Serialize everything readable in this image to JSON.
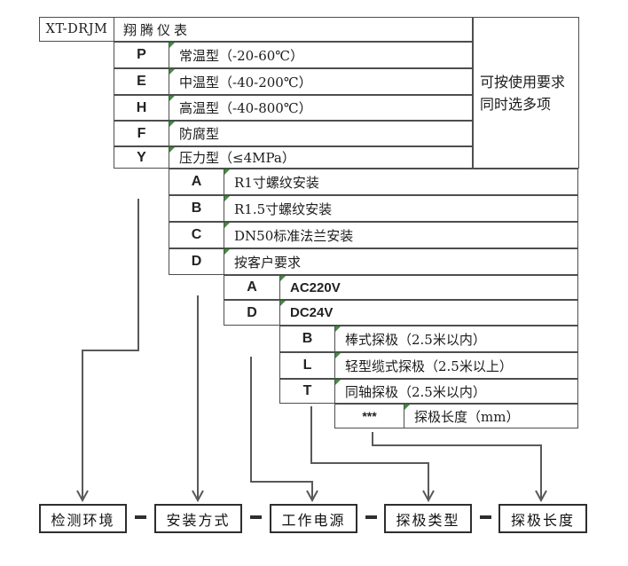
{
  "header": {
    "model": "XT-DRJM",
    "brand": "翔腾仪表"
  },
  "note": {
    "line1": "可按使用要求",
    "line2": "同时选多项"
  },
  "tiers": [
    {
      "name": "检测环境",
      "rows": [
        {
          "code": "P",
          "desc": "常温型（-20-60℃）"
        },
        {
          "code": "E",
          "desc": "中温型（-40-200℃）"
        },
        {
          "code": "H",
          "desc": "高温型（-40-800℃）"
        },
        {
          "code": "F",
          "desc": "防腐型"
        },
        {
          "code": "Y",
          "desc": "压力型（≤4MPa）"
        }
      ]
    },
    {
      "name": "安装方式",
      "rows": [
        {
          "code": "A",
          "desc": "R1寸螺纹安装"
        },
        {
          "code": "B",
          "desc": "R1.5寸螺纹安装"
        },
        {
          "code": "C",
          "desc": "DN50标准法兰安装"
        },
        {
          "code": "D",
          "desc": "按客户要求"
        }
      ]
    },
    {
      "name": "工作电源",
      "rows": [
        {
          "code": "A",
          "desc": "AC220V"
        },
        {
          "code": "D",
          "desc": "DC24V"
        }
      ]
    },
    {
      "name": "探极类型",
      "rows": [
        {
          "code": "B",
          "desc": "棒式探极（2.5米以内）"
        },
        {
          "code": "L",
          "desc": "轻型缆式探极（2.5米以上）"
        },
        {
          "code": "T",
          "desc": "同轴探极（2.5米以内）"
        }
      ]
    },
    {
      "name": "探极长度",
      "rows": [
        {
          "code": "***",
          "desc": "探极长度（mm）"
        }
      ]
    }
  ],
  "flow": {
    "labels": [
      "检测环境",
      "安装方式",
      "工作电源",
      "探极类型",
      "探极长度"
    ]
  },
  "colors": {
    "table_line": "#4e4e4e",
    "arrow_line": "#595959",
    "flow_box_border": "#2e2e2e",
    "corner_marker_green": "#3f8f3f",
    "text": "#1c1c1c",
    "background": "#ffffff"
  }
}
